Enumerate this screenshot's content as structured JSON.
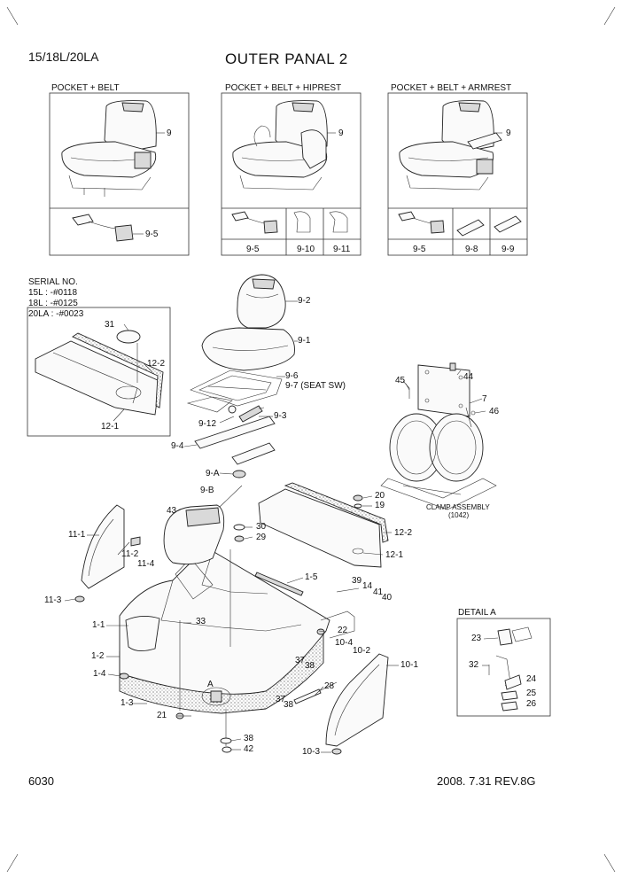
{
  "header": {
    "model": "15/18L/20LA",
    "title": "OUTER PANAL 2"
  },
  "footer": {
    "page_code": "6030",
    "date_rev": "2008. 7.31  REV.8G"
  },
  "variants": [
    {
      "title": "POCKET + BELT",
      "seat_ref": "9",
      "parts": [
        "9-5"
      ]
    },
    {
      "title": "POCKET + BELT + HIPREST",
      "seat_ref": "9",
      "parts": [
        "9-5",
        "9-10",
        "9-11"
      ]
    },
    {
      "title": "POCKET + BELT + ARMREST",
      "seat_ref": "9",
      "parts": [
        "9-5",
        "9-8",
        "9-9"
      ]
    }
  ],
  "serial": {
    "title": "SERIAL NO.",
    "lines": [
      "15L : -#0118",
      "18L : -#0125",
      "20LA : -#0023"
    ],
    "callouts": [
      "31",
      "12-2",
      "12-1"
    ]
  },
  "seat_callouts": [
    "9-2",
    "9-1",
    "9-6",
    "9-7 (SEAT SW)",
    "9-3",
    "9-12",
    "9-4",
    "9-A",
    "9-B"
  ],
  "clamp": {
    "caption": "CLAMP ASSEMBLY",
    "sub": "(1042)",
    "callouts": [
      "45",
      "44",
      "7",
      "46"
    ]
  },
  "detail": {
    "title": "DETAIL A",
    "callouts": [
      "23",
      "32",
      "24",
      "25",
      "26"
    ]
  },
  "main_callouts": {
    "c43": "43",
    "c30": "30",
    "c29": "29",
    "c20": "20",
    "c19": "19",
    "c12_2": "12-2",
    "c12_1": "12-1",
    "c11_1": "11-1",
    "c11_2": "11-2",
    "c11_4": "11-4",
    "c11_3": "11-3",
    "c1_5": "1-5",
    "c39": "39",
    "c14": "14",
    "c41": "41",
    "c40": "40",
    "c33": "33",
    "c22": "22",
    "c1_1": "1-1",
    "c10_4": "10-4",
    "c10_2": "10-2",
    "c10_1": "10-1",
    "c37a": "37",
    "c38a": "38",
    "c1_2": "1-2",
    "c1_4": "1-4",
    "cA": "A",
    "c28": "28",
    "c37b": "37",
    "c38b": "38",
    "c1_3": "1-3",
    "c21": "21",
    "c38c": "38",
    "c42": "42",
    "c10_3": "10-3"
  }
}
